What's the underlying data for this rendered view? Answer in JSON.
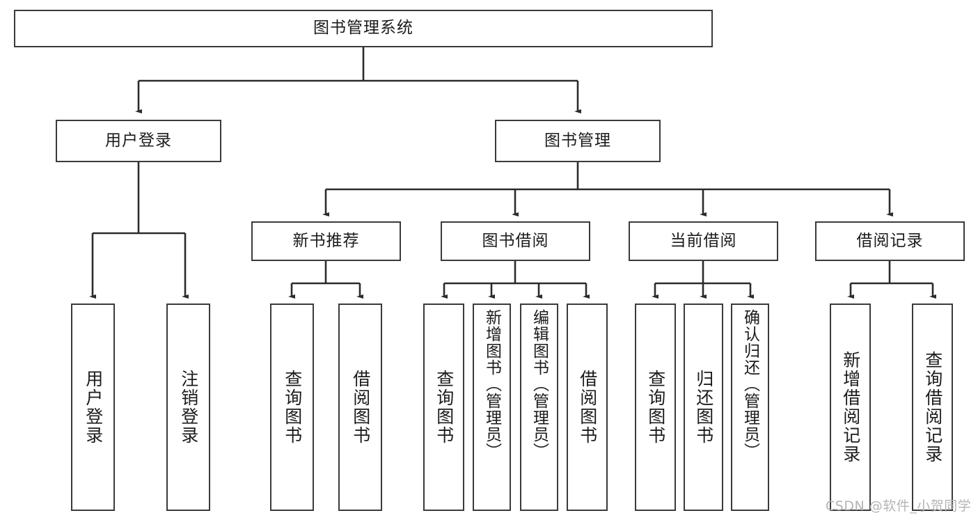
{
  "diagram": {
    "title": "图书管理系统",
    "type": "hierarchy-tree",
    "colors": {
      "box_border": "#3a3a3a",
      "box_fill": "#ffffff",
      "line": "#2b2b2b",
      "text": "#1b1b1b",
      "watermark": "#b4b4b4",
      "background": "#ffffff"
    }
  },
  "root": {
    "label": "图书管理系统"
  },
  "level1": [
    {
      "label": "用户登录"
    },
    {
      "label": "图书管理"
    }
  ],
  "level2": [
    {
      "label": "新书推荐"
    },
    {
      "label": "图书借阅"
    },
    {
      "label": "当前借阅"
    },
    {
      "label": "借阅记录"
    }
  ],
  "leaves": {
    "user_login": [
      {
        "label": "用户登录"
      },
      {
        "label": "注销登录"
      }
    ],
    "new_book_recommend": [
      {
        "label": "查询图书"
      },
      {
        "label": "借阅图书"
      }
    ],
    "book_borrow": [
      {
        "label": "查询图书"
      },
      {
        "label": "新增图书（管理员）"
      },
      {
        "label": "编辑图书（管理员）"
      },
      {
        "label": "借阅图书"
      }
    ],
    "current_borrow": [
      {
        "label": "查询图书"
      },
      {
        "label": "归还图书"
      },
      {
        "label": "确认归还（管理员）"
      }
    ],
    "borrow_records": [
      {
        "label": "新增借阅记录"
      },
      {
        "label": "查询借阅记录"
      }
    ]
  },
  "watermark": {
    "text": "CSDN @软件_小贺同学"
  }
}
